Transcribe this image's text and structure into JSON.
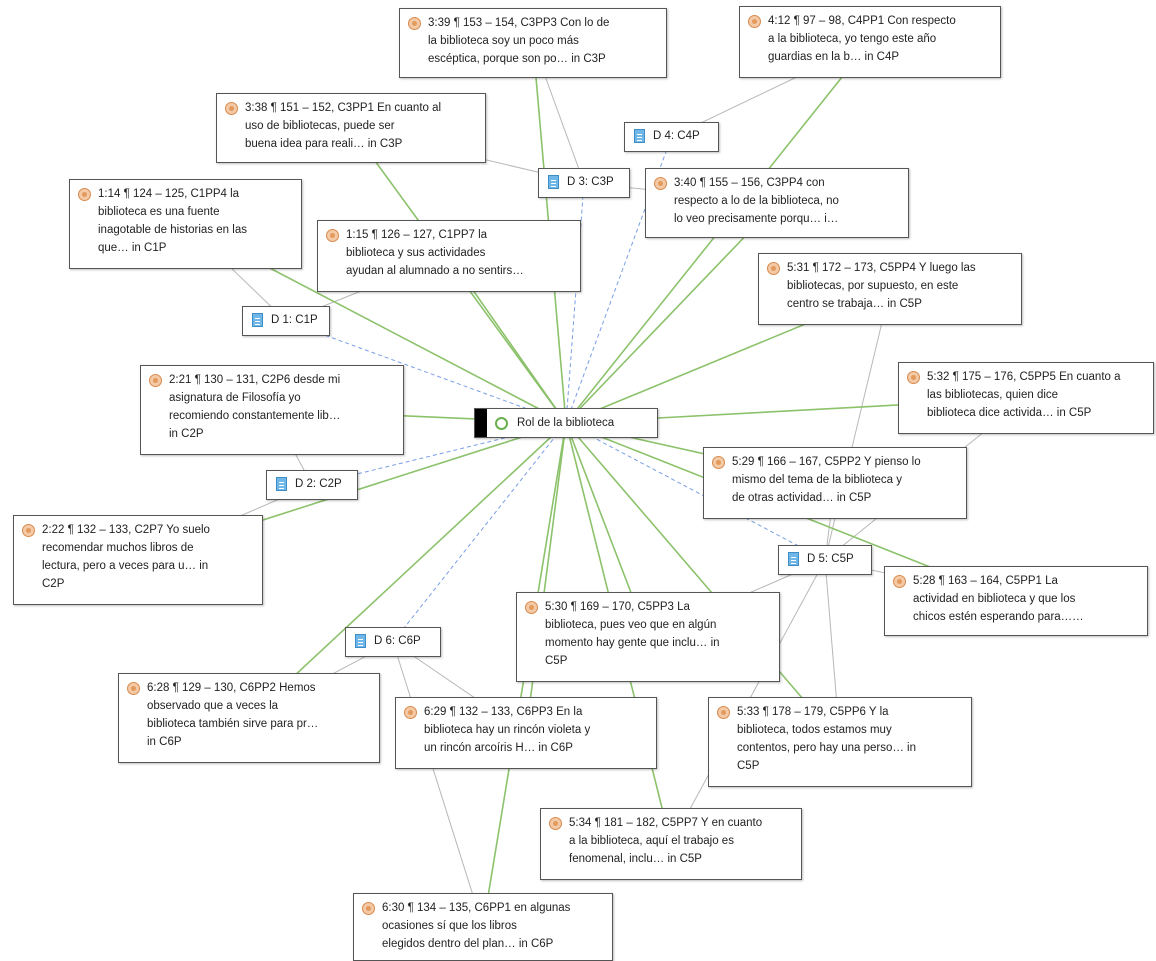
{
  "code_node": {
    "label": "Rol de la biblioteca",
    "color": "#6ab04c"
  },
  "documents": [
    {
      "id": "d1",
      "label": "D 1: C1P"
    },
    {
      "id": "d2",
      "label": "D 2: C2P"
    },
    {
      "id": "d3",
      "label": "D 3: C3P"
    },
    {
      "id": "d4",
      "label": "D 4: C4P"
    },
    {
      "id": "d5",
      "label": "D 5: C5P"
    },
    {
      "id": "d6",
      "label": "D 6: C6P"
    }
  ],
  "quotations": [
    {
      "id": "q339",
      "doc": "d3",
      "lines": [
        "3:39 ¶ 153 – 154, C3PP3 Con lo de",
        "la biblioteca soy un poco más",
        "escéptica, porque son po… in C3P"
      ]
    },
    {
      "id": "q412",
      "doc": "d4",
      "lines": [
        "4:12 ¶ 97 – 98, C4PP1 Con respecto",
        "a la biblioteca, yo tengo este año",
        "guardias en la b… in C4P"
      ]
    },
    {
      "id": "q338",
      "doc": "d3",
      "lines": [
        "3:38 ¶ 151 – 152, C3PP1 En cuanto al",
        "uso de bibliotecas, puede ser",
        "buena idea para reali… in C3P"
      ]
    },
    {
      "id": "q114",
      "doc": "d1",
      "lines": [
        "1:14 ¶ 124 – 125, C1PP4  la",
        "biblioteca es una fuente",
        "inagotable de historias en las",
        "que… in C1P"
      ]
    },
    {
      "id": "q115",
      "doc": "d1",
      "lines": [
        "1:15 ¶ 126 – 127, C1PP7  la",
        "biblioteca y sus actividades",
        "ayudan al alumnado a no sentirs…"
      ]
    },
    {
      "id": "q340",
      "doc": "d3",
      "lines": [
        "3:40 ¶ 155 – 156, C3PP4 con",
        "respecto a lo de la biblioteca, no",
        "lo veo precisamente porqu… i…"
      ]
    },
    {
      "id": "q531",
      "doc": "d5",
      "lines": [
        "5:31 ¶ 172 – 173, C5PP4 Y luego las",
        "bibliotecas, por supuesto, en este",
        "centro se trabaja… in C5P"
      ]
    },
    {
      "id": "q221",
      "doc": "d2",
      "lines": [
        "2:21 ¶ 130 – 131, C2P6 desde mi",
        "asignatura de Filosofía yo",
        "recomiendo constantemente lib…",
        "in C2P"
      ]
    },
    {
      "id": "q532",
      "doc": "d5",
      "lines": [
        "5:32 ¶ 175 – 176, C5PP5 En cuanto a",
        "las bibliotecas, quien dice",
        "biblioteca dice activida… in C5P"
      ]
    },
    {
      "id": "q529",
      "doc": "d5",
      "lines": [
        "5:29 ¶ 166 – 167, C5PP2 Y pienso lo",
        "mismo del tema de la biblioteca y",
        "de otras actividad… in C5P"
      ]
    },
    {
      "id": "q222",
      "doc": "d2",
      "lines": [
        "2:22 ¶ 132 – 133, C2P7 Yo suelo",
        "recomendar muchos libros de",
        "lectura, pero a veces para u… in",
        "C2P"
      ]
    },
    {
      "id": "q528",
      "doc": "d5",
      "lines": [
        "5:28 ¶ 163 – 164, C5PP1 La",
        "actividad en biblioteca y que los",
        "chicos estén esperando para……"
      ]
    },
    {
      "id": "q530",
      "doc": "d5",
      "lines": [
        "5:30 ¶ 169 – 170, C5PP3 La",
        "biblioteca, pues veo que en algún",
        "momento hay gente que inclu… in",
        "C5P"
      ]
    },
    {
      "id": "q628",
      "doc": "d6",
      "lines": [
        "6:28 ¶ 129 – 130, C6PP2  Hemos",
        "observado que a veces la",
        "biblioteca también sirve para pr…",
        "in C6P"
      ]
    },
    {
      "id": "q629",
      "doc": "d6",
      "lines": [
        "6:29 ¶ 132 – 133, C6PP3  En la",
        "biblioteca hay un rincón violeta y",
        "un rincón arcoíris   H… in C6P"
      ]
    },
    {
      "id": "q533",
      "doc": "d5",
      "lines": [
        "5:33 ¶ 178 – 179, C5PP6 Y la",
        "biblioteca, todos estamos muy",
        "contentos, pero hay una perso… in",
        "C5P"
      ]
    },
    {
      "id": "q534",
      "doc": "d5",
      "lines": [
        "5:34 ¶ 181 – 182, C5PP7 Y en cuanto",
        "a la biblioteca, aquí el trabajo es",
        "fenomenal, inclu… in C5P"
      ]
    },
    {
      "id": "q630",
      "doc": "d6",
      "lines": [
        "6:30 ¶ 134 – 135, C6PP1  en algunas",
        "ocasiones sí que los libros",
        "elegidos dentro del plan… in C6P"
      ]
    }
  ],
  "colors": {
    "code_link": "#8cc26b",
    "doc_link": "#7a9ee6",
    "quote_link": "#b8b8b8",
    "quote_icon": "#e39a5d",
    "doc_icon": "#6fb7e8"
  }
}
